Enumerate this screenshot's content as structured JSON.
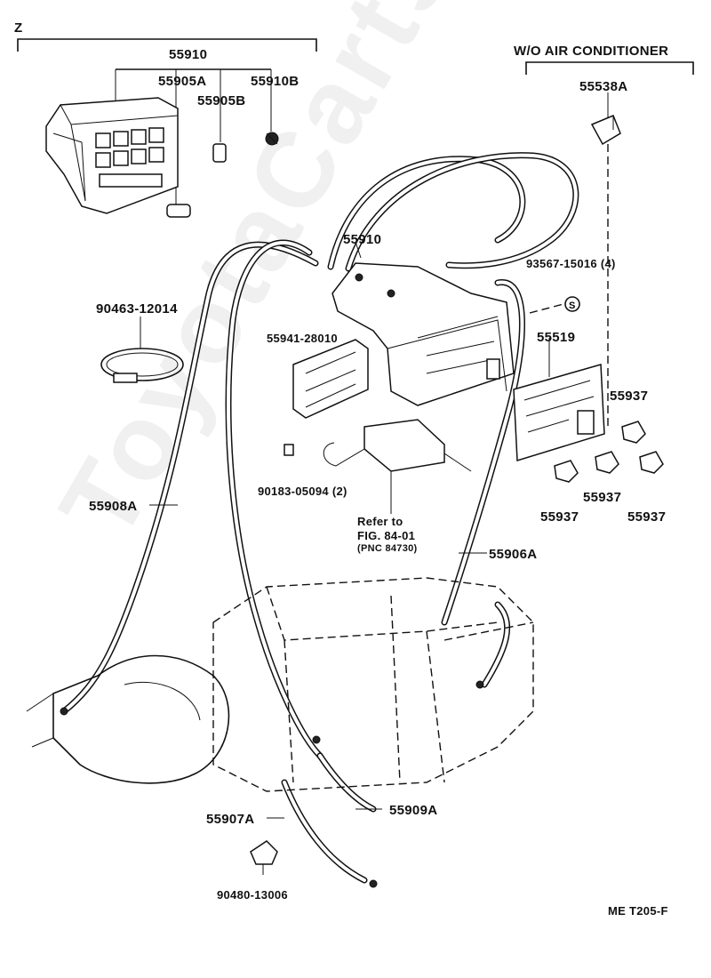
{
  "watermark": "ToyotaCarts.ru",
  "section_z": "Z",
  "no_ac_heading": "W/O AIR CONDITIONER",
  "footer_code": "ME  T205-F",
  "labels": {
    "p55910_top": "55910",
    "p55905a": "55905A",
    "p55910b": "55910B",
    "p55905b": "55905B",
    "p55538a": "55538A",
    "p55910_mid": "55910",
    "p93567": "93567-15016 (4)",
    "p90463": "90463-12014",
    "p55941": "55941-28010",
    "p55519": "55519",
    "p55937_a": "55937",
    "p55937_b": "55937",
    "p55937_c": "55937",
    "p55937_d": "55937",
    "p90183": "90183-05094 (2)",
    "refer_line1": "Refer  to",
    "refer_line2": "FIG. 84-01",
    "refer_line3": "(PNC  84730)",
    "p55908a": "55908A",
    "p55906a": "55906A",
    "p55907a": "55907A",
    "p55909a": "55909A",
    "p90480": "90480-13006"
  }
}
